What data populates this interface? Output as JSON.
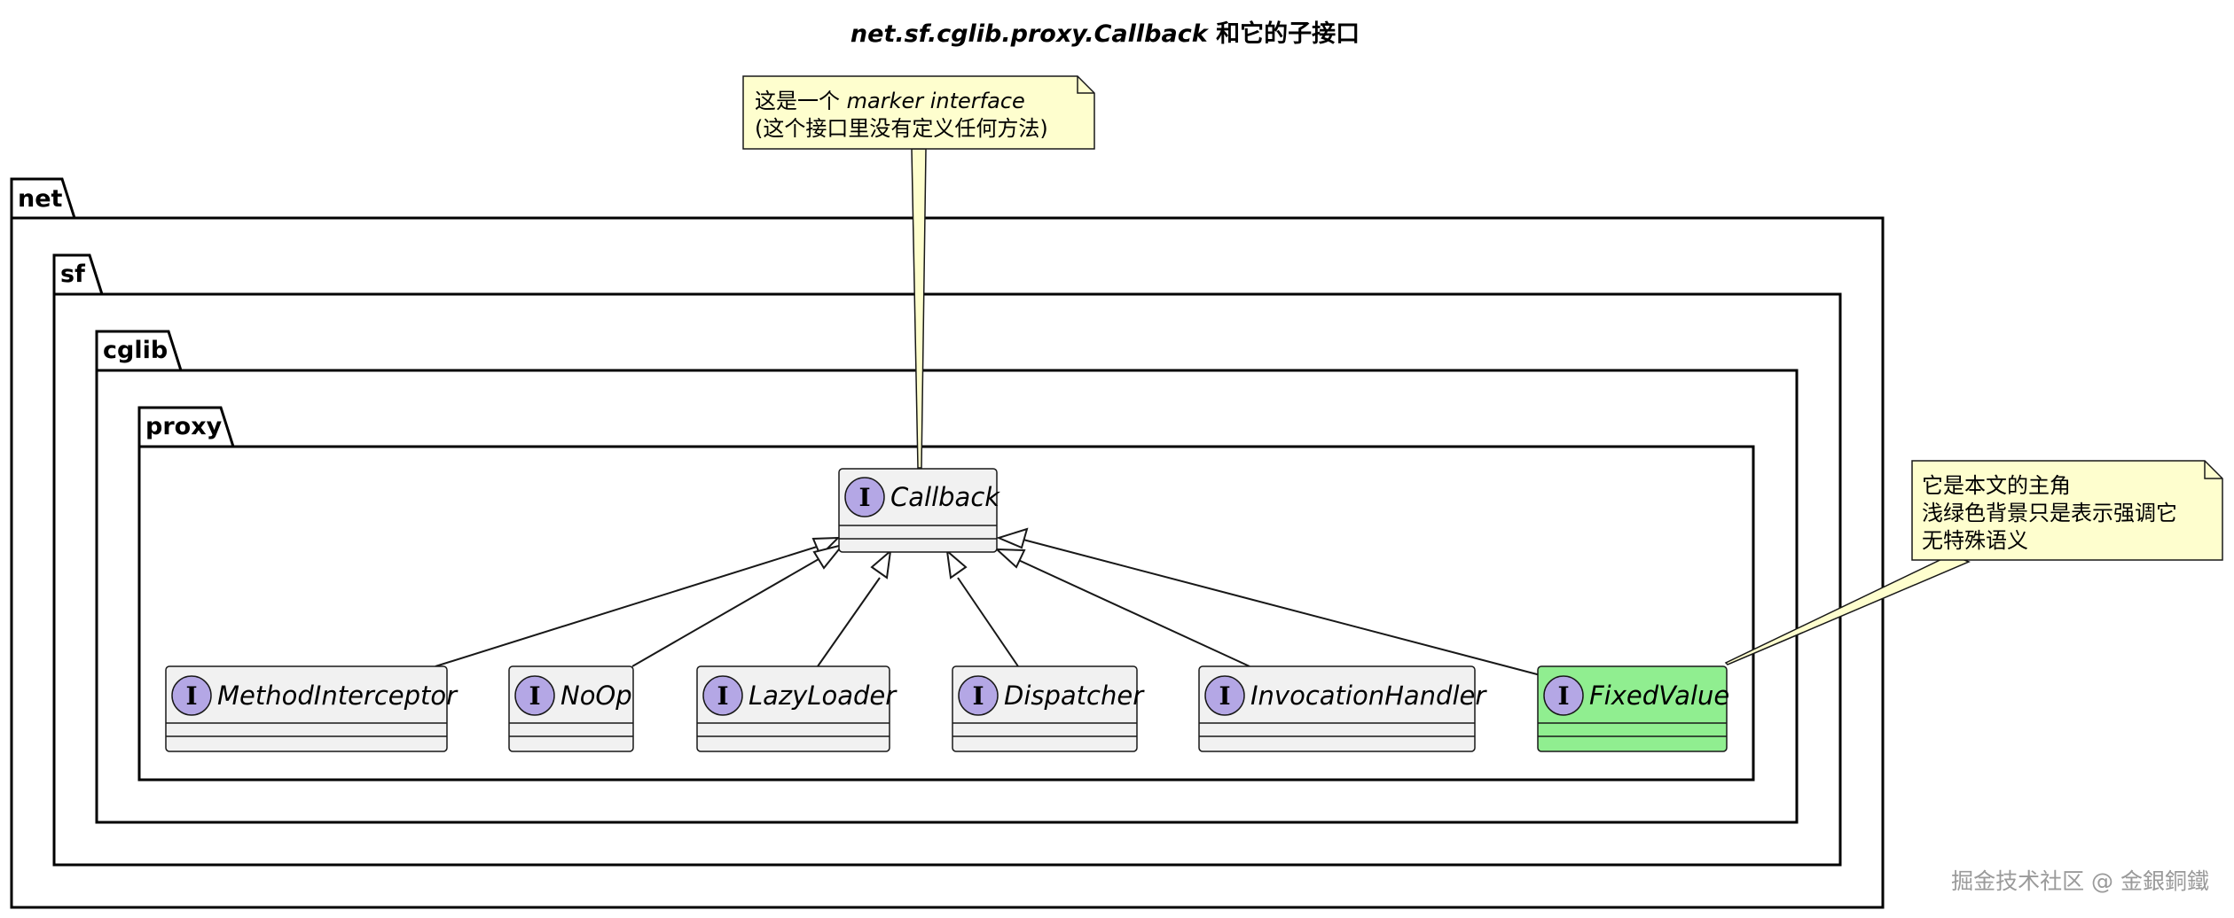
{
  "diagram": {
    "title": {
      "main": "net.sf.cglib.proxy.Callback",
      "suffix": " 和它的子接口"
    },
    "packages": [
      "net",
      "sf",
      "cglib",
      "proxy"
    ],
    "interface_icon_letter": "I",
    "root_interface": "Callback",
    "interfaces": [
      {
        "name": "MethodInterceptor",
        "highlight": false
      },
      {
        "name": "NoOp",
        "highlight": false
      },
      {
        "name": "LazyLoader",
        "highlight": false
      },
      {
        "name": "Dispatcher",
        "highlight": false
      },
      {
        "name": "InvocationHandler",
        "highlight": false
      },
      {
        "name": "FixedValue",
        "highlight": true
      }
    ],
    "notes": {
      "marker": {
        "line1_prefix": "这是一个 ",
        "line1_italic": "marker interface",
        "line2": "(这个接口里没有定义任何方法)"
      },
      "focus": {
        "line1": "它是本文的主角",
        "line2": "浅绿色背景只是表示强调它",
        "line3": "无特殊语义"
      }
    },
    "colors": {
      "class_fill": "#f1f1f1",
      "highlight_fill": "#90ee90",
      "note_fill": "#fefece",
      "interface_icon": "#b4a7e5"
    }
  },
  "watermark": "掘金技术社区 @ 金銀銅鐵"
}
